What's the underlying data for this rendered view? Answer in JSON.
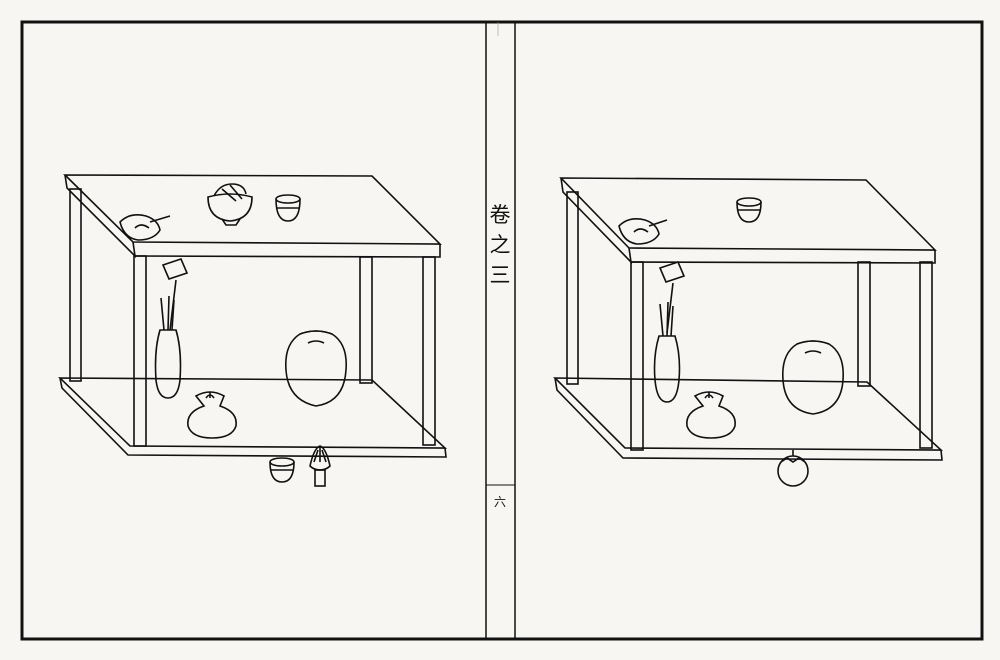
{
  "book": {
    "volume_title": "卷之三",
    "page_number": "六"
  },
  "colors": {
    "ink": "#111111",
    "paper": "#f7f6f2"
  },
  "illustrations": [
    {
      "side": "left",
      "shelf_items_top": [
        "incense-holder-icon",
        "tea-caddy-bowl-icon",
        "small-cup-icon"
      ],
      "shelf_items_middle": [
        "hanging-ladle-icon",
        "flower-vase-icon",
        "water-jar-icon",
        "lidded-pot-icon"
      ],
      "floor_items": [
        "cup-icon",
        "tea-whisk-icon"
      ]
    },
    {
      "side": "right",
      "shelf_items_top": [
        "incense-holder-icon",
        "small-cup-icon"
      ],
      "shelf_items_middle": [
        "hanging-ladle-icon",
        "flower-vase-icon",
        "water-jar-icon",
        "lidded-pot-icon"
      ],
      "floor_items": [
        "round-fruit-icon"
      ]
    }
  ]
}
